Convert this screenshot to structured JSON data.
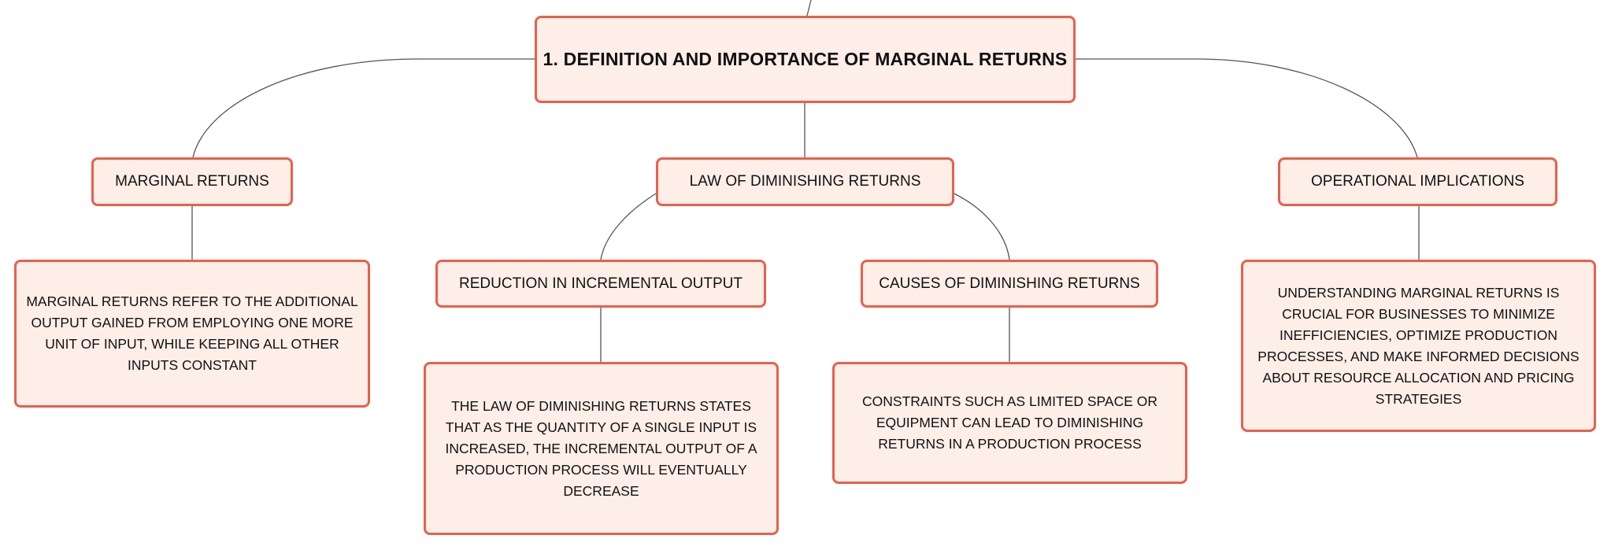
{
  "theme": {
    "node_fill": "#fdeee8",
    "node_border": "#e8604c",
    "connector": "#555555"
  },
  "root": {
    "label": "1. DEFINITION AND IMPORTANCE OF MARGINAL RETURNS"
  },
  "branches": [
    {
      "label": "MARGINAL RETURNS",
      "children": [
        {
          "text": "MARGINAL RETURNS REFER TO THE ADDITIONAL OUTPUT GAINED FROM EMPLOYING ONE MORE UNIT OF INPUT, WHILE KEEPING ALL OTHER INPUTS CONSTANT"
        }
      ]
    },
    {
      "label": "LAW OF DIMINISHING RETURNS",
      "children": [
        {
          "label": "REDUCTION IN INCREMENTAL OUTPUT",
          "children": [
            {
              "text": "THE LAW OF DIMINISHING RETURNS STATES THAT AS THE QUANTITY OF A SINGLE INPUT IS INCREASED, THE INCREMENTAL OUTPUT OF A PRODUCTION PROCESS WILL EVENTUALLY DECREASE"
            }
          ]
        },
        {
          "label": "CAUSES OF DIMINISHING RETURNS",
          "children": [
            {
              "text": "CONSTRAINTS SUCH AS LIMITED SPACE OR EQUIPMENT CAN LEAD TO DIMINISHING RETURNS IN A PRODUCTION PROCESS"
            }
          ]
        }
      ]
    },
    {
      "label": "OPERATIONAL IMPLICATIONS",
      "children": [
        {
          "text": "UNDERSTANDING MARGINAL RETURNS IS CRUCIAL FOR BUSINESSES TO MINIMIZE INEFFICIENCIES, OPTIMIZE PRODUCTION PROCESSES, AND MAKE INFORMED DECISIONS ABOUT RESOURCE ALLOCATION AND PRICING STRATEGIES"
        }
      ]
    }
  ]
}
